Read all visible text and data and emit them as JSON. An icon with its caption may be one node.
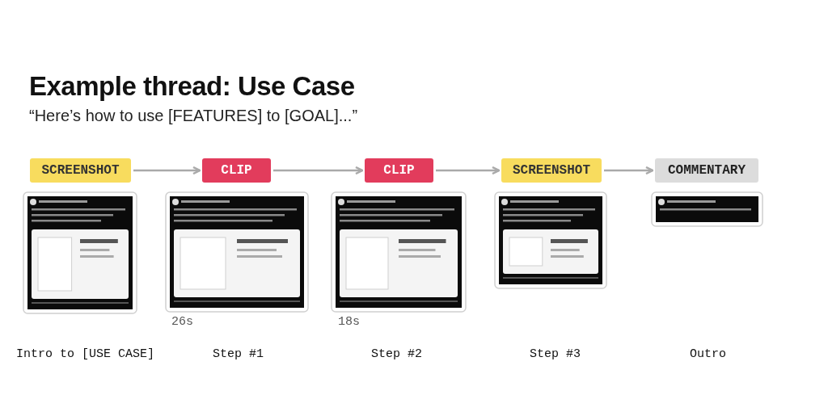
{
  "diagram": {
    "title": "Example thread: Use Case",
    "nodes": [
      {
        "text": [
          "SCREENSHOT"
        ]
      },
      {
        "text": [
          "CLIP"
        ]
      },
      {
        "text": [
          "CLIP"
        ]
      },
      {
        "text": [
          "SCREENSHOT"
        ]
      },
      {
        "text": [
          "COMMENTARY"
        ]
      }
    ],
    "edges": [
      {
        "from": 0,
        "to": 1,
        "arrow": "to"
      },
      {
        "from": 1,
        "to": 2,
        "arrow": "to"
      },
      {
        "from": 2,
        "to": 3,
        "arrow": "to"
      },
      {
        "from": 3,
        "to": 4,
        "arrow": "to"
      }
    ],
    "labels": [
      "“Here’s how to use [FEATURES] to [GOAL]...”",
      "26s",
      "18s",
      "Intro to [USE CASE]",
      "Step #1",
      "Step #2",
      "Step #3",
      "Outro"
    ]
  }
}
